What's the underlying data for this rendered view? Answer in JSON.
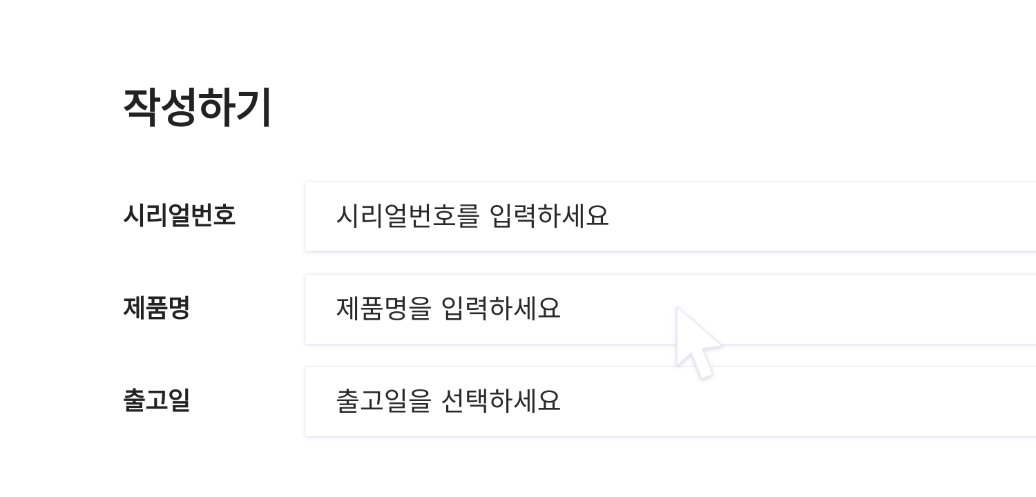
{
  "page": {
    "title": "작성하기"
  },
  "form": {
    "serial": {
      "label": "시리얼번호",
      "value": "",
      "placeholder": "시리얼번호를 입력하세요"
    },
    "product": {
      "label": "제품명",
      "value": "",
      "placeholder": "제품명을 입력하세요"
    },
    "ship_date": {
      "label": "출고일",
      "value": "",
      "placeholder": "출고일을 선택하세요"
    }
  },
  "icons": {
    "cursor": "mouse-pointer-icon"
  },
  "colors": {
    "text": "#222222",
    "background": "#ffffff",
    "field_shadow": "#d9d6e6"
  }
}
